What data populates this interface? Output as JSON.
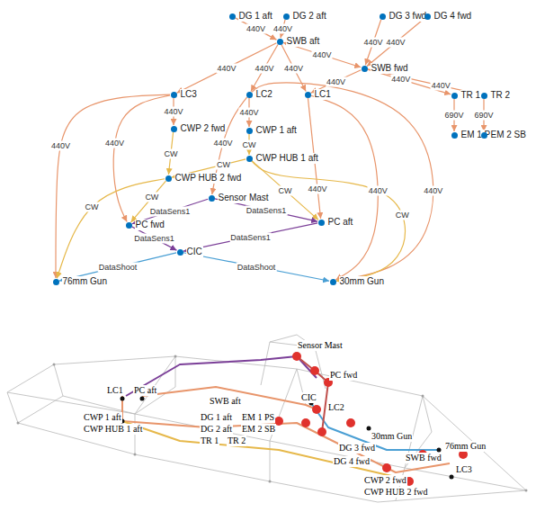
{
  "diagram": {
    "nodes": [
      {
        "text": [
          "DG 1 aft"
        ]
      },
      {
        "text": [
          "DG 2 aft"
        ]
      },
      {
        "text": [
          "DG 3 fwd"
        ]
      },
      {
        "text": [
          "DG 4 fwd"
        ]
      },
      {
        "text": [
          "SWB aft"
        ]
      },
      {
        "text": [
          "SWB fwd"
        ]
      },
      {
        "text": [
          "TR 1"
        ]
      },
      {
        "text": [
          "TR 2"
        ]
      },
      {
        "text": [
          "EM 1 PS"
        ]
      },
      {
        "text": [
          "EM 2 SB"
        ]
      },
      {
        "text": [
          "LC3"
        ]
      },
      {
        "text": [
          "LC2"
        ]
      },
      {
        "text": [
          "LC1"
        ]
      },
      {
        "text": [
          "CWP 2 fwd"
        ]
      },
      {
        "text": [
          "CWP 1 aft"
        ]
      },
      {
        "text": [
          "CWP HUB 2 fwd"
        ]
      },
      {
        "text": [
          "CWP HUB 1 aft"
        ]
      },
      {
        "text": [
          "Sensor Mast"
        ]
      },
      {
        "text": [
          "PC fwd"
        ]
      },
      {
        "text": [
          "PC aft"
        ]
      },
      {
        "text": [
          "CIC"
        ]
      },
      {
        "text": [
          "76mm Gun"
        ]
      },
      {
        "text": [
          "30mm Gun"
        ]
      }
    ],
    "edges": [
      {
        "from": 0,
        "to": 4,
        "label": "440V",
        "arrow": "to"
      },
      {
        "from": 1,
        "to": 4,
        "label": "440V",
        "arrow": "to"
      },
      {
        "from": 2,
        "to": 5,
        "label": "440V",
        "arrow": "to"
      },
      {
        "from": 3,
        "to": 5,
        "label": "440V",
        "arrow": "to"
      },
      {
        "from": 4,
        "to": 5,
        "label": "440V",
        "arrow": "both"
      },
      {
        "from": 5,
        "to": 6,
        "label": "440V",
        "arrow": "to"
      },
      {
        "from": 5,
        "to": 7,
        "label": "440V",
        "arrow": "to"
      },
      {
        "from": 6,
        "to": 8,
        "label": "690V",
        "arrow": "to"
      },
      {
        "from": 7,
        "to": 9,
        "label": "690V",
        "arrow": "to"
      },
      {
        "from": 4,
        "to": 10,
        "label": "440V",
        "arrow": "to"
      },
      {
        "from": 4,
        "to": 11,
        "label": "440V",
        "arrow": "to"
      },
      {
        "from": 4,
        "to": 12,
        "label": "440V",
        "arrow": "to"
      },
      {
        "from": 5,
        "to": 12,
        "label": "440V",
        "arrow": "to"
      },
      {
        "from": 10,
        "to": 13,
        "label": "440V",
        "arrow": "to"
      },
      {
        "from": 11,
        "to": 14,
        "label": "440V",
        "arrow": "to"
      },
      {
        "from": 10,
        "to": 21,
        "label": "440V",
        "arrow": "to"
      },
      {
        "from": 10,
        "to": 18,
        "label": "440V",
        "arrow": "to"
      },
      {
        "from": 11,
        "to": 17,
        "label": "440V",
        "arrow": "to"
      },
      {
        "from": 12,
        "to": 19,
        "label": "440V",
        "arrow": "to"
      },
      {
        "from": 12,
        "to": 22,
        "label": "440V",
        "arrow": "to"
      },
      {
        "from": 11,
        "to": 22,
        "label": "440V",
        "arrow": "to"
      },
      {
        "from": 13,
        "to": 15,
        "label": "CW",
        "arrow": "to"
      },
      {
        "from": 14,
        "to": 16,
        "label": "CW",
        "arrow": "to"
      },
      {
        "from": 16,
        "to": 15,
        "label": "CW",
        "arrow": "to"
      },
      {
        "from": 15,
        "to": 18,
        "label": "CW",
        "arrow": "to"
      },
      {
        "from": 16,
        "to": 19,
        "label": "CW",
        "arrow": "to"
      },
      {
        "from": 15,
        "to": 21,
        "label": "CW",
        "arrow": "to"
      },
      {
        "from": 16,
        "to": 22,
        "label": "CW",
        "arrow": "to"
      },
      {
        "from": 17,
        "to": 18,
        "label": "DataSens1",
        "arrow": "to"
      },
      {
        "from": 17,
        "to": 19,
        "label": "DataSens1",
        "arrow": "to"
      },
      {
        "from": 19,
        "to": 20,
        "label": "DataSens1",
        "arrow": "to"
      },
      {
        "from": 18,
        "to": 20,
        "label": "DataSens1",
        "arrow": "to"
      },
      {
        "from": 20,
        "to": 21,
        "label": "DataShoot",
        "arrow": "to"
      },
      {
        "from": 20,
        "to": 22,
        "label": "DataShoot",
        "arrow": "to"
      }
    ],
    "labels": [
      "Sensor Mast",
      "PC fwd",
      "LC1",
      "PC aft",
      "SWB aft",
      "CIC",
      "LC2",
      "CWP 1 aft",
      "CWP HUB 1 aft",
      "DG 1 aft",
      "EM 1 PS",
      "DG 2 aft",
      "EM 2 SB",
      "TR 1",
      "TR 2",
      "30mm Gun",
      "DG 3 fwd",
      "DG 4 fwd",
      "SWB fwd",
      "76mm Gun",
      "LC3",
      "CWP 2 fwd",
      "CWP HUB 2 fwd"
    ]
  }
}
